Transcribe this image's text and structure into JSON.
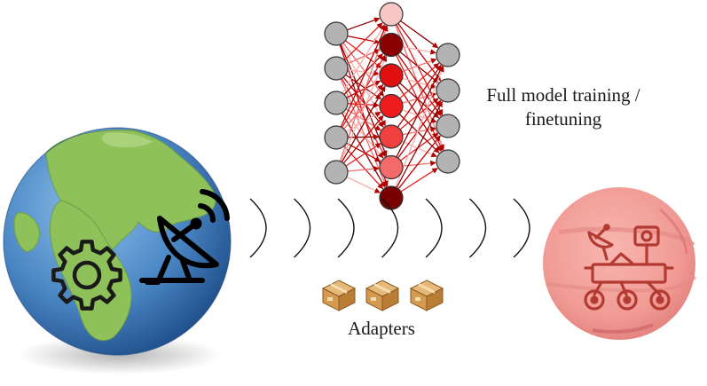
{
  "labels": {
    "nn_caption_line1": "Full model training /",
    "nn_caption_line2": "finetuning",
    "adapters": "Adapters"
  },
  "icons": {
    "earth": "earth-globe-icon",
    "gear": "gear-icon",
    "satellite_dish": "satellite-dish-icon",
    "mars": "mars-planet-icon",
    "rover": "rover-icon",
    "adapter_box": "cardboard-box-icon",
    "wave": "signal-wave-arc"
  },
  "network": {
    "input_nodes": 5,
    "hidden_nodes": 7,
    "output_nodes": 4,
    "hidden_colors": [
      "#f7c6c6",
      "#8b0000",
      "#e01010",
      "#ee1c1c",
      "#f04040",
      "#f26a6a",
      "#7a0000"
    ]
  },
  "colors": {
    "node_gray": "#b3b3b3",
    "ocean_blue": "#4e8bc4",
    "land_green": "#8fc15a",
    "mars_pink": "#f4a6a6",
    "mars_dark": "#cf6565",
    "rover_red": "#c0392b",
    "box_tan": "#d7a15c"
  },
  "adapters": {
    "count": 3
  },
  "waves": {
    "count": 7
  }
}
